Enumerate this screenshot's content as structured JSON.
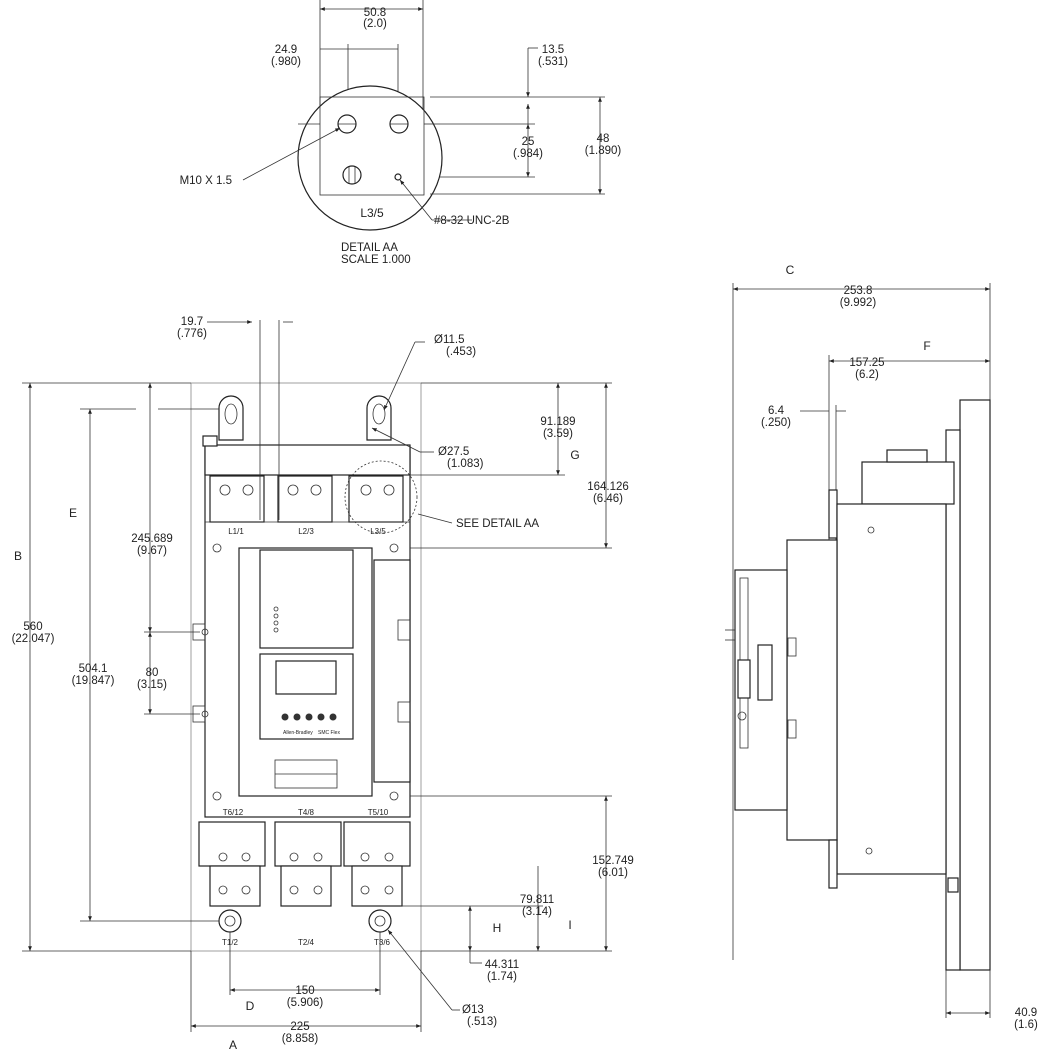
{
  "detail": {
    "top_width": [
      "50.8",
      "(2.0)"
    ],
    "hole_spacing": [
      "24.9",
      "(.980)"
    ],
    "right_offset": [
      "13.5",
      "(.531)"
    ],
    "vertical_spacing": [
      "25",
      "(.984)"
    ],
    "overall_height": [
      "48",
      "(1.890)"
    ],
    "thread_label": "M10 X 1.5",
    "tap_label": "#8-32 UNC-2B",
    "terminal_label": "L3/5",
    "title_line1": "DETAIL    AA",
    "title_line2": "SCALE    1.000"
  },
  "front": {
    "dim_19_7": [
      "19.7",
      "(.776)"
    ],
    "dim_11_5": [
      "Ø11.5",
      "(.453)"
    ],
    "dim_27_5": [
      "Ø27.5",
      "(1.083)"
    ],
    "dim_91_189": [
      "91.189",
      "(3.59)"
    ],
    "dim_164_126": [
      "164.126",
      "(6.46)"
    ],
    "dim_245_689": [
      "245.689",
      "(9.67)"
    ],
    "dim_80": [
      "80",
      "(3.15)"
    ],
    "dim_504_1": [
      "504.1",
      "(19.847)"
    ],
    "dim_560": [
      "560",
      "(22.047)"
    ],
    "dim_152_749": [
      "152.749",
      "(6.01)"
    ],
    "dim_79_811": [
      "79.811",
      "(3.14)"
    ],
    "dim_44_311": [
      "44.311",
      "(1.74)"
    ],
    "dim_150": [
      "150",
      "(5.906)"
    ],
    "dim_225": [
      "225",
      "(8.858)"
    ],
    "dim_13": [
      "Ø13",
      "(.513)"
    ],
    "see_detail": "SEE DETAIL AA",
    "letters": {
      "A": "A",
      "B": "B",
      "D": "D",
      "E": "E",
      "G": "G",
      "H": "H",
      "I": "I"
    },
    "line_terminals": [
      "L1/1",
      "L2/3",
      "L3/5"
    ],
    "load_terminals": [
      "T6/12",
      "T4/8",
      "T5/10"
    ],
    "bottom_terminals": [
      "T1/2",
      "T2/4",
      "T3/6"
    ],
    "brand": "Allen-Bradley",
    "model": "SMC Flex"
  },
  "side": {
    "dim_253_8": [
      "253.8",
      "(9.992)"
    ],
    "dim_157_25": [
      "157.25",
      "(6.2)"
    ],
    "dim_6_4": [
      "6.4",
      "(.250)"
    ],
    "dim_40_9": [
      "40.9",
      "(1.6)"
    ],
    "letters": {
      "C": "C",
      "F": "F"
    }
  }
}
